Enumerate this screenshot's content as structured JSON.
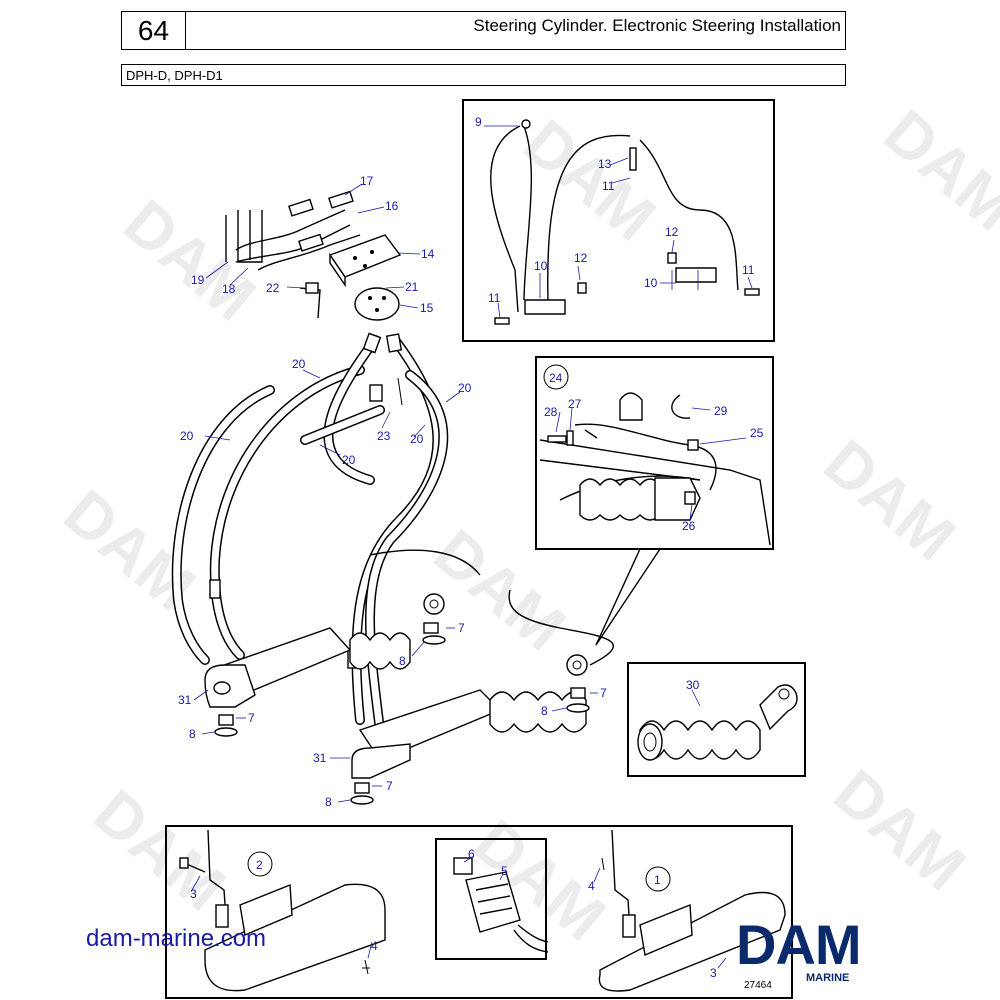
{
  "header": {
    "page_number": "64",
    "title": "Steering Cylinder. Electronic Steering Installation",
    "models": "DPH-D, DPH-D1"
  },
  "watermark": "DAM",
  "footer": {
    "website": "dam-marine.com",
    "logo_text": "DAM",
    "logo_subtext": "MARINE",
    "drawing_number": "27464",
    "logo_color": "#0a2a6b",
    "link_color": "#1a1aa8"
  },
  "callouts": {
    "c1": "1",
    "c2": "2",
    "c3a": "3",
    "c3b": "3",
    "c4a": "4",
    "c4b": "4",
    "c5": "5",
    "c6": "6",
    "c7a": "7",
    "c7b": "7",
    "c7c": "7",
    "c7d": "7",
    "c8a": "8",
    "c8b": "8",
    "c8c": "8",
    "c8d": "8",
    "c9": "9",
    "c10a": "10",
    "c10b": "10",
    "c11a": "11",
    "c11b": "11",
    "c11c": "11",
    "c12a": "12",
    "c12b": "12",
    "c13": "13",
    "c14": "14",
    "c15": "15",
    "c16": "16",
    "c17": "17",
    "c18": "18",
    "c19": "19",
    "c20a": "20",
    "c20b": "20",
    "c20c": "20",
    "c20d": "20",
    "c20e": "20",
    "c21": "21",
    "c22": "22",
    "c23": "23",
    "c24": "24",
    "c25": "25",
    "c26": "26",
    "c27": "27",
    "c28": "28",
    "c29": "29",
    "c30": "30",
    "c31a": "31",
    "c31b": "31"
  }
}
